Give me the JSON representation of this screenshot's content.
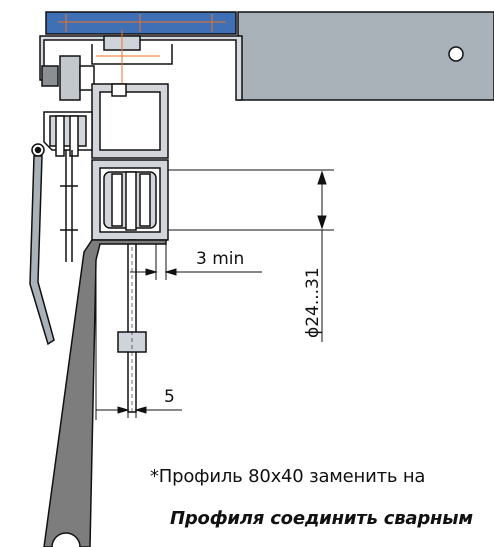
{
  "dimensions": {
    "gap_min": "3 min",
    "diameter": "ϕ24...31",
    "offset": "5"
  },
  "notes": {
    "line1": "*Профиль 80x40 заменить на",
    "line2": "Профиля соединить сварным"
  },
  "colors": {
    "outline": "#111111",
    "blue_panel": "#3f6fb4",
    "grey_metal": "#a9b1b9",
    "dark_grey": "#7d7d7d",
    "orange_axis": "#e8742a"
  }
}
